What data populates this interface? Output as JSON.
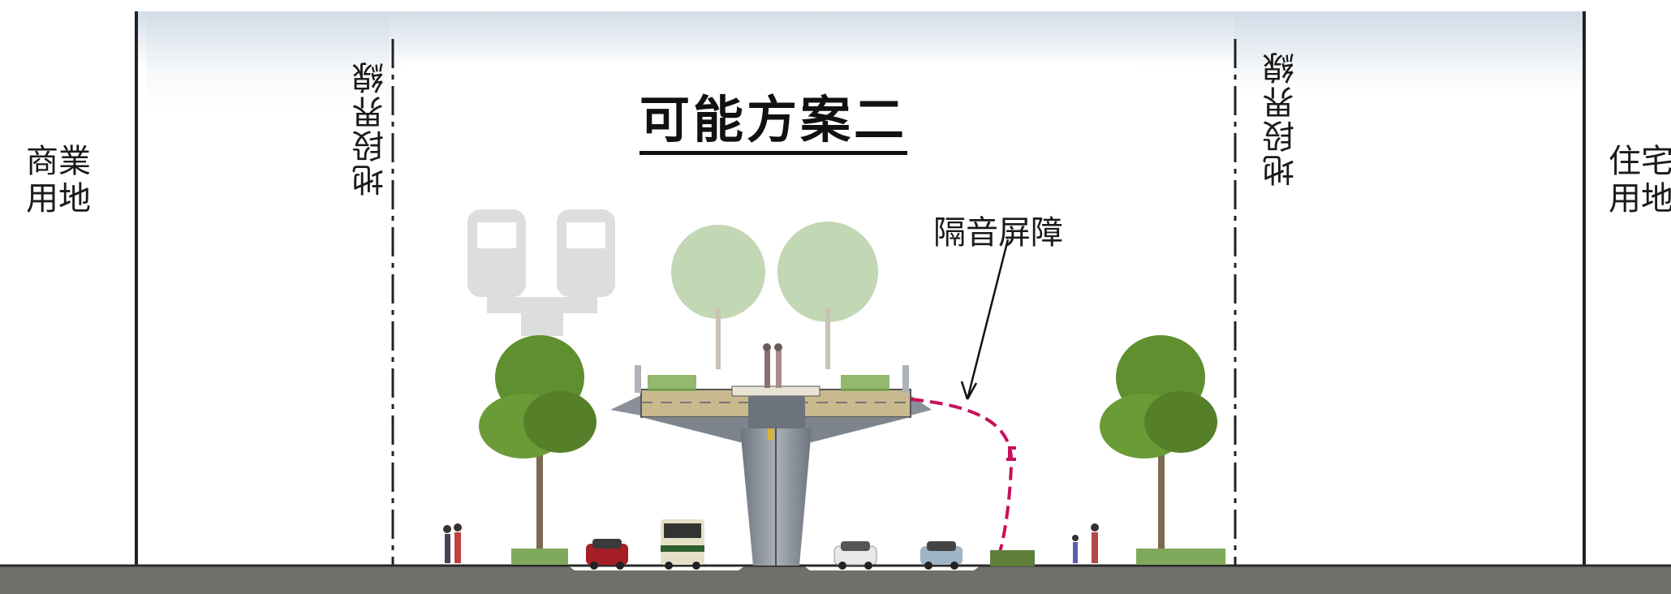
{
  "title": "可能方案二",
  "left_zone": {
    "line1": "商業",
    "line2": "用地"
  },
  "right_zone": {
    "line1": "住宅",
    "line2": "用地"
  },
  "boundary_left": "地段界線",
  "boundary_right": "地段界線",
  "noise_barrier": "隔音屏障",
  "colors": {
    "ground": "#6f6f6c",
    "sky": "#dde7ef",
    "tree_foliage": "#5f8f2e",
    "barrier": "#c8105a",
    "structure": "#8a9099"
  }
}
